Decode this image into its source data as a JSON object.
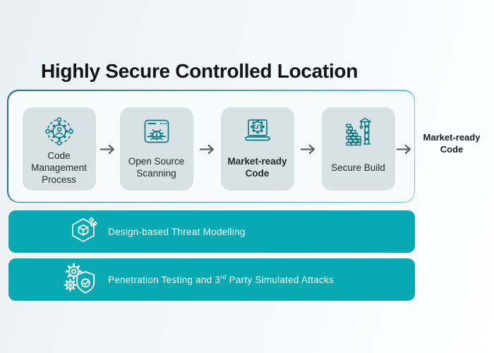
{
  "title": "Highly Secure Controlled Location",
  "flow": {
    "steps": [
      {
        "label": "Code Management Process",
        "icon": "user-gear-process-icon"
      },
      {
        "label": "Open Source Scanning",
        "icon": "browser-bug-scan-icon"
      },
      {
        "label": "Market-ready Code",
        "icon": "laptop-code-gear-icon"
      },
      {
        "label": "Secure Build",
        "icon": "brick-wall-crane-icon"
      }
    ],
    "arrow_icon": "right-arrow-icon",
    "output_label": "Market-ready Code"
  },
  "banners": [
    {
      "label": "Design-based Threat Modelling",
      "icon": "cube-hexagon-icon"
    },
    {
      "label_parts": {
        "before": "Penetration Testing and 3",
        "sup": "rd",
        "after": " Party Simulated Attacks"
      },
      "icon": "gears-shield-check-icon"
    }
  ],
  "colors": {
    "banner_teal": "#07a9b2",
    "icon_stroke_teal": "#0d7a83",
    "card_bg": "#d8e1e4",
    "container_bg": "#f7fbfc",
    "container_border_start": "#2d6d7c",
    "container_border_end": "#59c9d4",
    "arrow_gray": "#5d6266",
    "heading_text": "#141414",
    "banner_text": "#ffffff"
  }
}
